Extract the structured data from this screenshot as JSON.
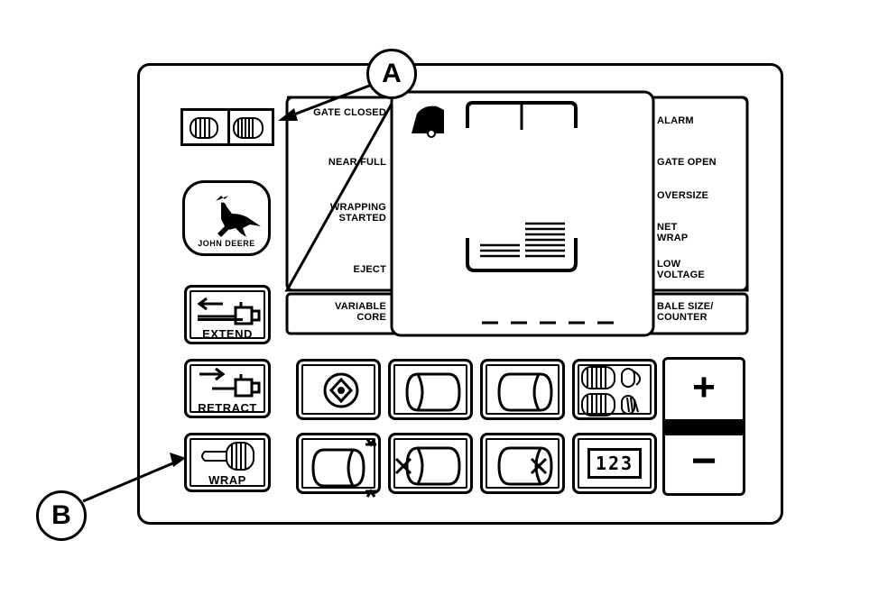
{
  "indicators": {
    "left": [
      "GATE CLOSED",
      "NEAR FULL",
      "WRAPPING STARTED",
      "EJECT"
    ],
    "right": [
      "ALARM",
      "GATE OPEN",
      "OVERSIZE",
      "NET WRAP",
      "LOW VOLTAGE"
    ],
    "bottom_left": "VARIABLE CORE",
    "bottom_right": "BALE SIZE/ COUNTER"
  },
  "side_buttons": {
    "extend": "EXTEND",
    "retract": "RETRACT",
    "wrap": "WRAP"
  },
  "logo_text": "JOHN DEERE",
  "counter_digits": "123",
  "plus_label": "+",
  "minus_label": "−",
  "callouts": {
    "a": "A",
    "b": "B"
  }
}
